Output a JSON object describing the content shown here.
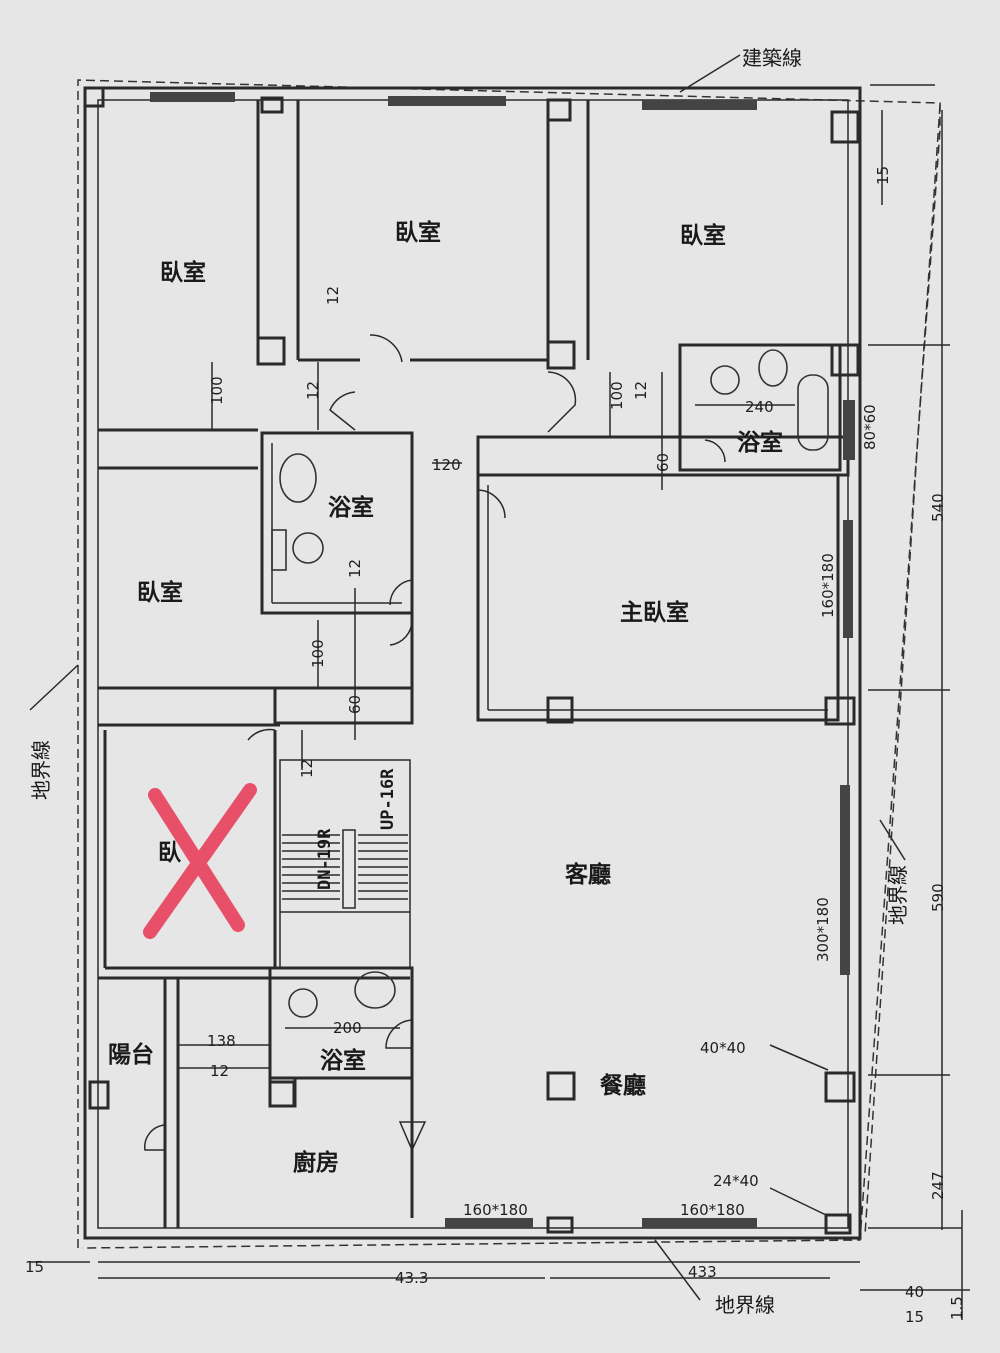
{
  "labels": {
    "building_line": "建築線",
    "boundary_left": "地界線",
    "boundary_right": "地界線",
    "boundary_bottom": "地界線"
  },
  "rooms": {
    "bedroom_1": "臥室",
    "bedroom_2": "臥室",
    "bedroom_3": "臥室",
    "bedroom_4": "臥室",
    "bedroom_5_crossed": "臥",
    "master_bedroom": "主臥室",
    "bath_1": "浴室",
    "bath_2": "浴室",
    "bath_3": "浴室",
    "living_room": "客廳",
    "dining_room": "餐廳",
    "kitchen": "廚房",
    "balcony": "陽台"
  },
  "stairs": {
    "down": "DN-19R",
    "up": "UP-16R"
  },
  "dimensions": {
    "d_12_a": "12",
    "d_100_a": "100",
    "d_12_b": "12",
    "d_100_b": "100",
    "d_12_c": "12",
    "d_120": "120",
    "d_240": "240",
    "d_60_a": "60",
    "d_80x60": "80*60",
    "d_12_d": "12",
    "d_100_c": "100",
    "d_60_b": "60",
    "d_12_e": "12",
    "d_160x180_a": "160*180",
    "d_300x180": "300*180",
    "d_200": "200",
    "d_138": "138",
    "d_12_f": "12",
    "d_40x40": "40*40",
    "d_24x40": "24*40",
    "d_160x180_b": "160*180",
    "d_160x180_c": "160*180",
    "d_15_top": "15",
    "d_540": "540",
    "d_590": "590",
    "d_247": "247",
    "d_15_left": "15",
    "d_433_left": "43.3",
    "d_433_right": "433",
    "d_40": "40",
    "d_15_bottom": "15",
    "d_1_5": "1.5"
  },
  "colors": {
    "paper": "#e6e6e6",
    "line": "#2a2a2a",
    "cross_mark": "#e8506a"
  }
}
